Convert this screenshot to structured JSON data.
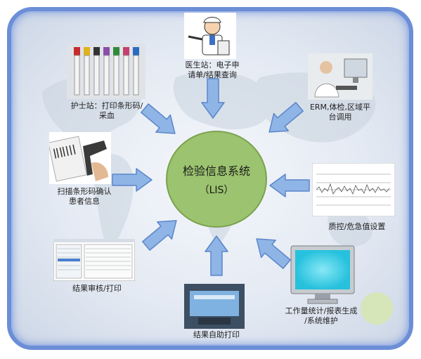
{
  "hub": {
    "title": "检验信息系统",
    "subtitle": "（LIS）"
  },
  "nodes": {
    "doctor": {
      "label_line1": "医生站：电子申",
      "label_line2": "请单/结果查询"
    },
    "nurse": {
      "label_line1": "护士站：打印条形码/",
      "label_line2": "采血"
    },
    "erm": {
      "label_line1": "ERM,体检,区域平",
      "label_line2": "台调用"
    },
    "scan": {
      "label_line1": "扫描条形码确认",
      "label_line2": "患者信息"
    },
    "qc": {
      "label_line1": "质控/危急值设置"
    },
    "review": {
      "label_line1": "结果审核/打印"
    },
    "selfprint": {
      "label_line1": "结果自助打印"
    },
    "stats": {
      "label_line1": "工作量统计/报表生成",
      "label_line2": "/系统维护"
    }
  },
  "colors": {
    "frame_border": "#6b8ed6",
    "hub_fill": "#9cc36f",
    "arrow_fill": "#8fb4e6",
    "arrow_stroke": "#5b86c9"
  }
}
